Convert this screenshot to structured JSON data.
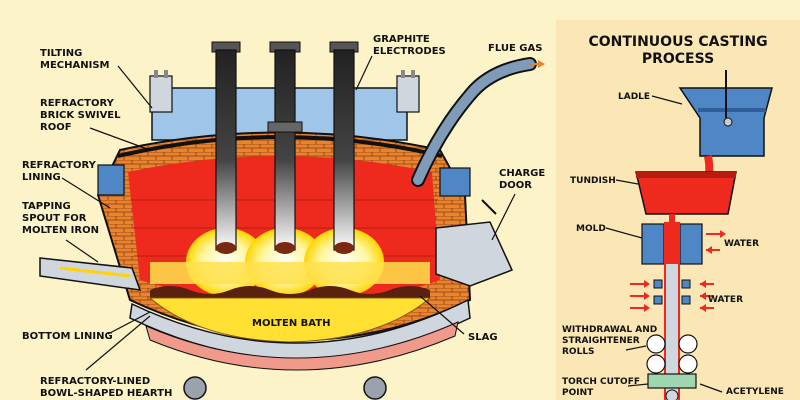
{
  "labels": {
    "tilting_mechanism": [
      "TILTING",
      "MECHANISM"
    ],
    "refractory_roof": [
      "REFRACTORY",
      "BRICK SWIVEL",
      "ROOF"
    ],
    "refractory_lining": [
      "REFRACTORY",
      "LINING"
    ],
    "tapping_spout": [
      "TAPPING",
      "SPOUT FOR",
      "MOLTEN IRON"
    ],
    "bottom_lining": "BOTTOM LINING",
    "hearth": [
      "REFRACTORY-LINED",
      "BOWL-SHAPED HEARTH"
    ],
    "electrodes": [
      "GRAPHITE",
      "ELECTRODES"
    ],
    "flue_gas": "FLUE GAS",
    "charge_door": [
      "CHARGE",
      "DOOR"
    ],
    "molten_bath": "MOLTEN BATH",
    "slag": "SLAG"
  },
  "casting": {
    "title": [
      "CONTINUOUS CASTING",
      "PROCESS"
    ],
    "ladle": "LADLE",
    "tundish": "TUNDISH",
    "mold": "MOLD",
    "water_1": "WATER",
    "water_2": "WATER",
    "rolls": [
      "WITHDRAWAL AND",
      "STRAIGHTENER",
      "ROLLS"
    ],
    "torch": [
      "TORCH CUTOFF",
      "POINT"
    ],
    "acetylene": "ACETYLENE"
  },
  "colors": {
    "background": "#fdf3c9",
    "panel": "#fbe7b5",
    "brick": "#e8832e",
    "molten": "#ee2a1e",
    "steel_blue": "#4f86c6",
    "dark": "#111111"
  }
}
